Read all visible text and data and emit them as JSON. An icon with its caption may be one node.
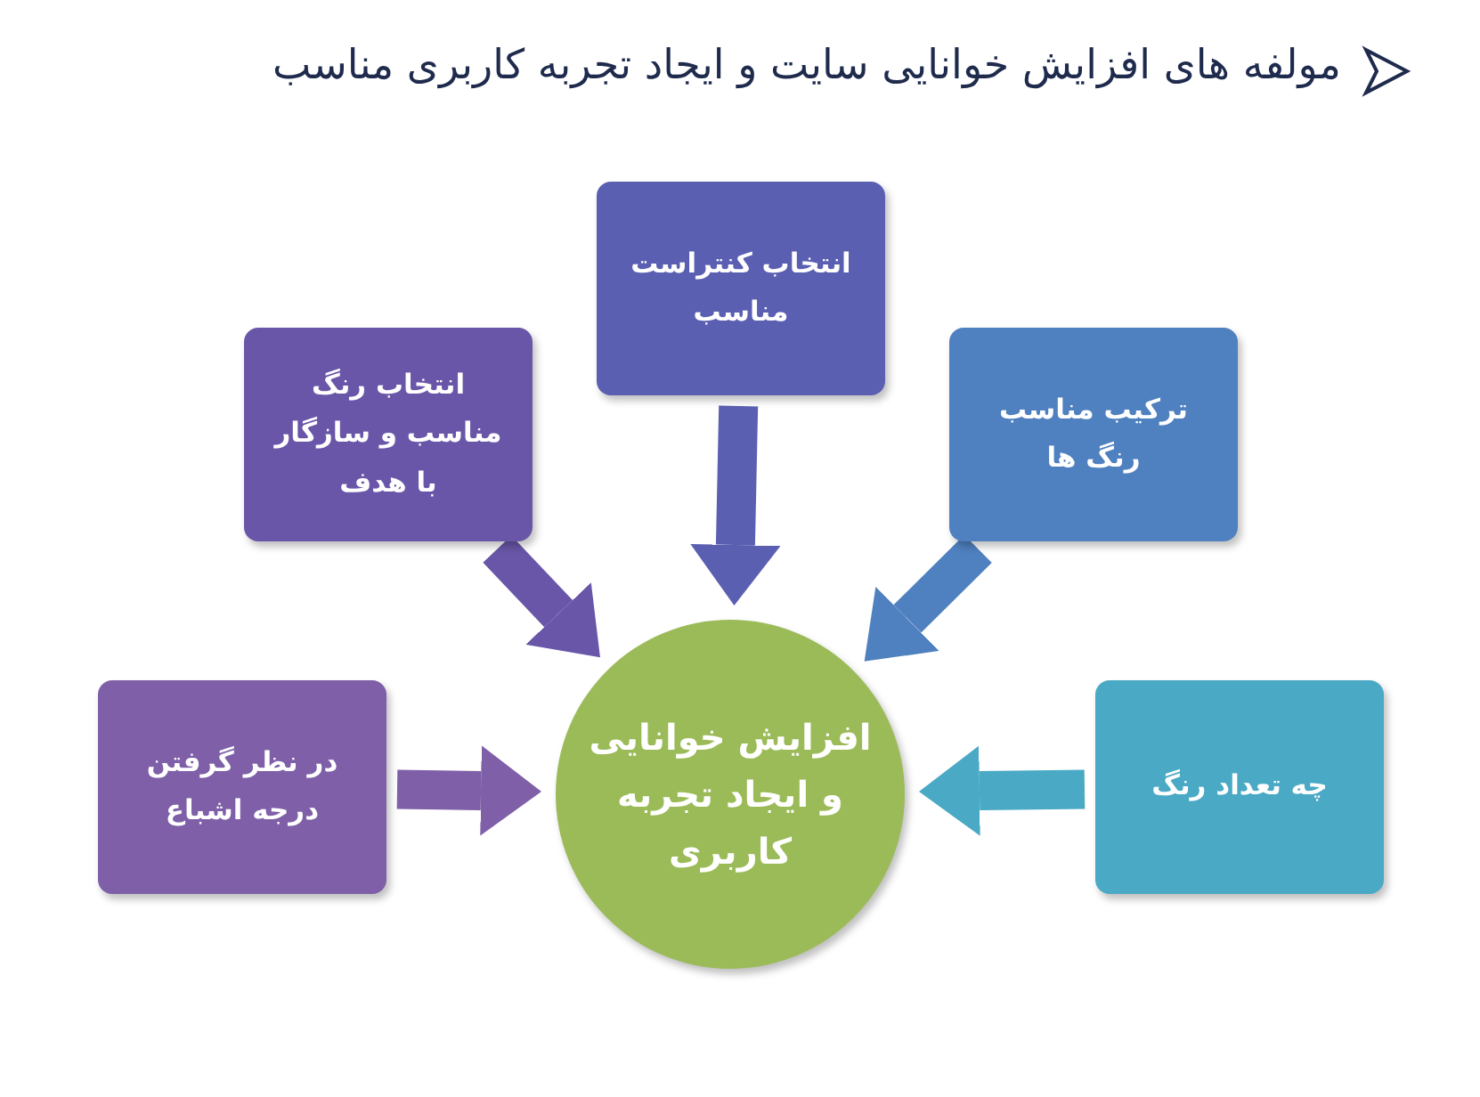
{
  "diagram": {
    "title": "مولفه های افزایش خوانایی سایت و ایجاد تجربه کاربری مناسب",
    "nodes": [
      {
        "text": [
          "انتخاب کنتراست مناسب"
        ]
      },
      {
        "text": [
          "انتخاب رنگ مناسب و سازگار با هدف"
        ]
      },
      {
        "text": [
          "ترکیب مناسب رنگ ها"
        ]
      },
      {
        "text": [
          "در نظر گرفتن درجه اشباع"
        ]
      },
      {
        "text": [
          "افزایش خوانایی و ایجاد تجربه کاربری"
        ]
      },
      {
        "text": [
          "چه تعداد رنگ"
        ]
      }
    ],
    "edges": [
      {
        "from": 0,
        "to": 4,
        "arrow": "to",
        "color": "#5b5fb2"
      },
      {
        "from": 1,
        "to": 4,
        "arrow": "to",
        "color": "#6a56a8"
      },
      {
        "from": 2,
        "to": 4,
        "arrow": "to",
        "color": "#4f80bf"
      },
      {
        "from": 3,
        "to": 4,
        "arrow": "to",
        "color": "#7e5fa8"
      },
      {
        "from": 5,
        "to": 4,
        "arrow": "to",
        "color": "#4aa9c4"
      }
    ]
  }
}
